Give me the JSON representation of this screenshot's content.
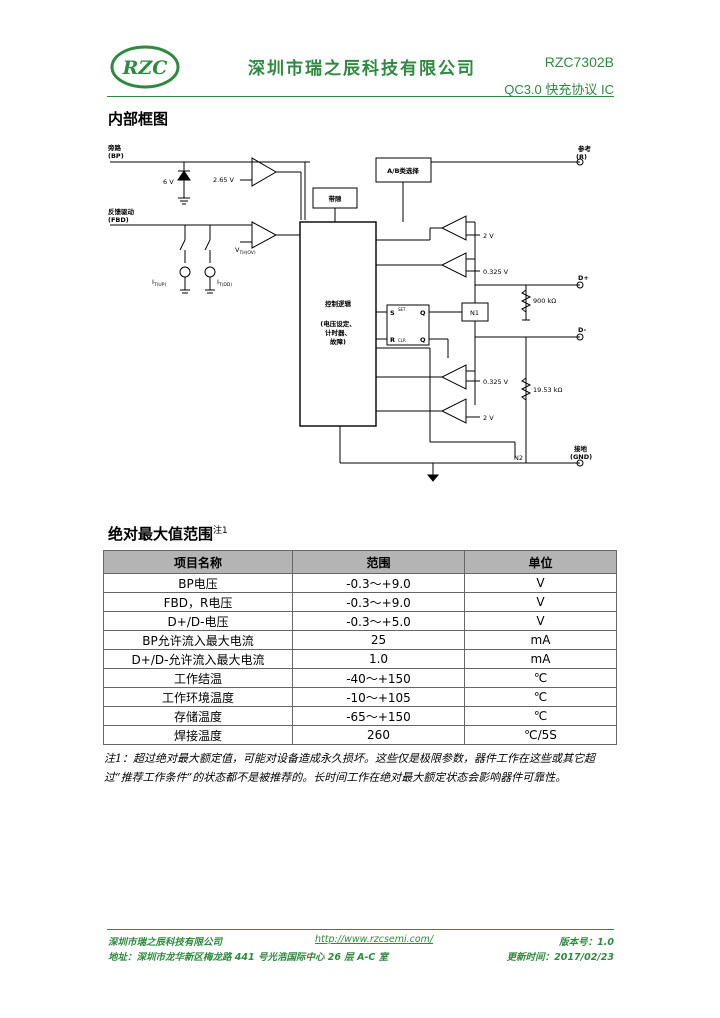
{
  "header": {
    "logo_text": "RZC",
    "company": "深圳市瑞之辰科技有限公司",
    "part_number": "RZC7302B",
    "subtitle": "QC3.0 快充协议 IC"
  },
  "sections": {
    "block_diagram_title": "内部框图",
    "abs_max_title": "绝对最大值范围",
    "abs_max_note_mark": "注1"
  },
  "diagram": {
    "bp_label": "旁路",
    "bp_pin": "(BP)",
    "zener": "6 V",
    "ref_265": "2.65 V",
    "fbd_label": "反馈驱动",
    "fbd_pin": "(FBD)",
    "vth_main": "V",
    "vth_sub": "TH(OV)",
    "it_up_main": "I",
    "it_up_sub": "T(UP)",
    "it_dd_main": "I",
    "it_dd_sub": "T(DD)",
    "bandgap": "带隙",
    "ab_select": "A/B类选择",
    "ref_label": "参考",
    "ref_pin": "(R)",
    "logic_title": "控制逻辑",
    "logic_l1": "(电压设定、",
    "logic_l2": "计时器、",
    "logic_l3": "故障)",
    "ff_s": "S",
    "ff_set": "SET",
    "ff_q": "Q",
    "ff_r": "R",
    "ff_clr": "CLR",
    "ff_qb": "Q",
    "n1": "N1",
    "n2": "N2",
    "v2_top": "2 V",
    "v0325_top": "0.325 V",
    "v0325_bot": "0.325 V",
    "v2_bot": "2 V",
    "dplus": "D+",
    "dminus": "D-",
    "r900": "900 kΩ",
    "r1953": "19.53 kΩ",
    "gnd_label": "接地",
    "gnd_pin": "(GND)"
  },
  "table": {
    "headers": [
      "项目名称",
      "范围",
      "单位"
    ],
    "rows": [
      [
        "BP电压",
        "-0.3～+9.0",
        "V"
      ],
      [
        "FBD，R电压",
        "-0.3～+9.0",
        "V"
      ],
      [
        "D+/D-电压",
        "-0.3～+5.0",
        "V"
      ],
      [
        "BP允许流入最大电流",
        "25",
        "mA"
      ],
      [
        "D+/D-允许流入最大电流",
        "1.0",
        "mA"
      ],
      [
        "工作结温",
        "-40～+150",
        "℃"
      ],
      [
        "工作环境温度",
        "-10～+105",
        "℃"
      ],
      [
        "存储温度",
        "-65～+150",
        "℃"
      ],
      [
        "焊接温度",
        "260",
        "℃/5S"
      ]
    ]
  },
  "note": "注1：超过绝对最大额定值，可能对设备造成永久损坏。这些仅是极限参数，器件工作在这些或其它超过“推荐工作条件”的状态都不是被推荐的。长时间工作在绝对最大额定状态会影响器件可靠性。",
  "footer": {
    "company": "深圳市瑞之辰科技有限公司",
    "url": "http://www.rzcsemi.com/",
    "version": "版本号：1.0",
    "address": "地址：深圳市龙华新区梅龙路 441 号光浩国际中心 26 层 A-C 室",
    "updated": "更新时间：2017/02/23"
  },
  "colors": {
    "brand_green": "#2d8a3e",
    "table_header": "#b4b4b4"
  }
}
